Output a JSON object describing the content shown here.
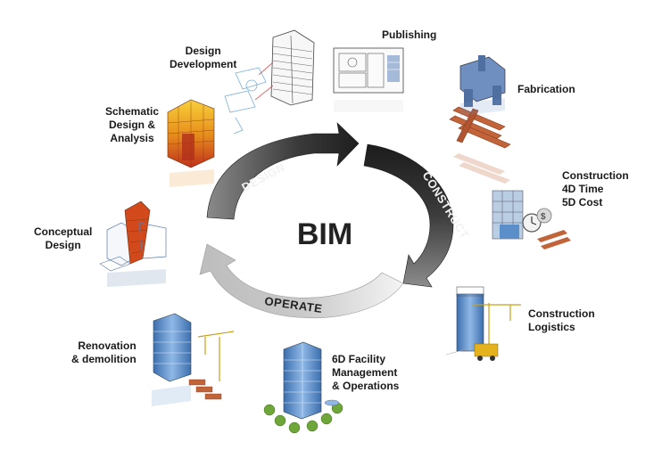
{
  "center": {
    "title": "BIM"
  },
  "cycle": {
    "design": "DESIGN",
    "construct": "CONSTRUCT",
    "operate": "OPERATE"
  },
  "stages": {
    "design_development": "Design\nDevelopment",
    "publishing": "Publishing",
    "fabrication": "Fabrication",
    "construction_4d_5d": "Construction\n4D Time\n5D Cost",
    "construction_logistics": "Construction\nLogistics",
    "facility_management": "6D  Facility\nManagement\n& Operations",
    "renovation_demolition": "Renovation\n& demolition",
    "conceptual_design": "Conceptual\nDesign",
    "schematic_design": "Schematic\nDesign &\nAnalysis"
  },
  "colors": {
    "design_arrow": "#3a3a3a",
    "construct_arrow": "#2e2e2e",
    "operate_arrow": "#d8d8d8",
    "building_blue": "#5b8fc9",
    "heat_orange": "#e8901c",
    "crane_yellow": "#e3b21c",
    "beam_brown": "#c2643a"
  }
}
